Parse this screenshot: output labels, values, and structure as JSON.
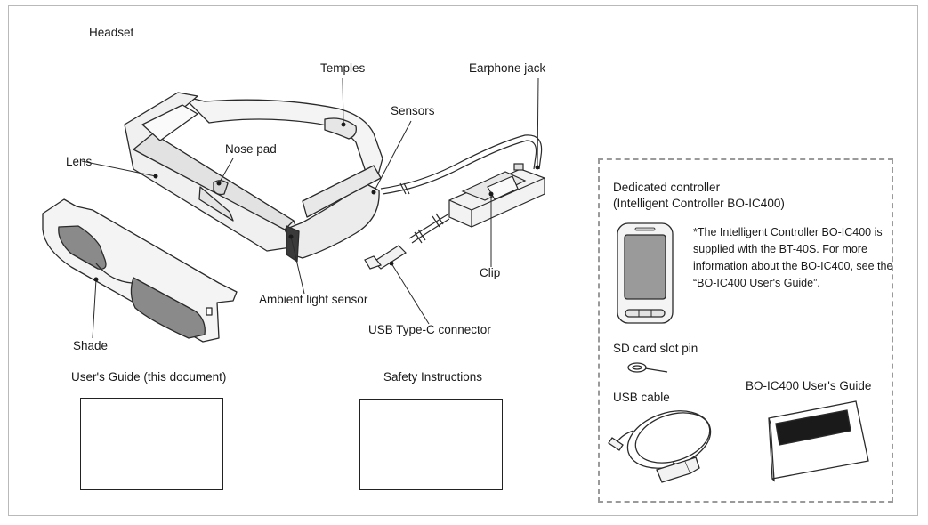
{
  "labels": {
    "headset": "Headset",
    "temples": "Temples",
    "earphone_jack": "Earphone jack",
    "sensors": "Sensors",
    "nose_pad": "Nose pad",
    "lens": "Lens",
    "ambient_light_sensor": "Ambient light sensor",
    "clip": "Clip",
    "usb_type_c_connector": "USB Type-C connector",
    "shade": "Shade",
    "users_guide": "User's Guide (this document)",
    "safety_instructions": "Safety Instructions"
  },
  "controller_section": {
    "title_line1": "Dedicated controller",
    "title_line2": "(Intelligent Controller BO-IC400)",
    "note": "*The Intelligent Controller BO-IC400 is supplied with the BT-40S. For more information about the BO-IC400, see the “BO-IC400 User's Guide”.",
    "sd_card_slot_pin": "SD card slot pin",
    "usb_cable": "USB cable",
    "bo_ic400_users_guide": "BO-IC400 User's Guide"
  }
}
